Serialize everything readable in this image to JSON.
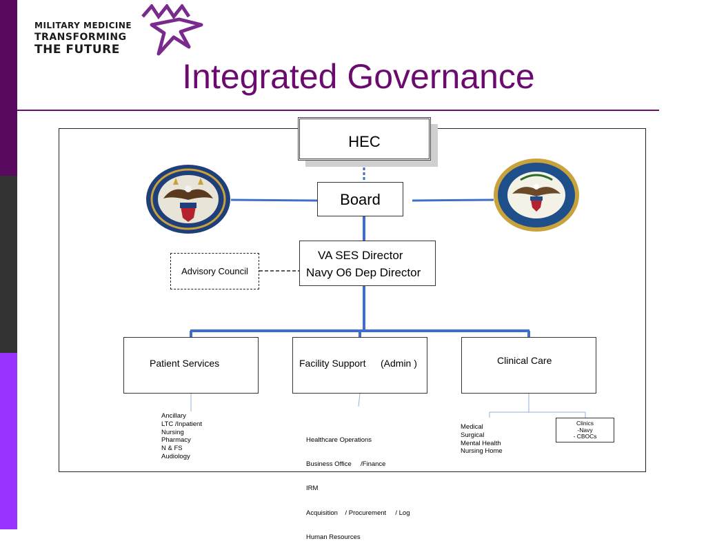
{
  "logo": {
    "line1": "MILITARY MEDICINE",
    "line2": "TRANSFORMING",
    "line3": "THE FUTURE",
    "mark_icon": "purple-star-chevron-icon"
  },
  "title": "Integrated Governance",
  "nodes": {
    "hec": "HEC",
    "board": "Board",
    "director_line1": "VA SES Director",
    "director_line2": "Navy O6 Dep Director",
    "advisory": "Advisory Council",
    "patient_services": "Patient Services",
    "facility_support": "Facility Support",
    "facility_support_admin": "(Admin )",
    "clinical_care": "Clinical Care",
    "clinics": [
      "Clinics",
      "-Navy",
      "- CBOCs"
    ]
  },
  "lists": {
    "patient_services": [
      "Ancillary",
      "LTC /Inpatient",
      "Nursing",
      "Pharmacy",
      "N & FS",
      "Audiology"
    ],
    "facility_support": [
      "Healthcare Operations",
      "Business Office     /Finance",
      "IRM",
      "Acquisition    / Procurement     / Log",
      "Human Resources"
    ],
    "clinical_care": [
      "Medical",
      "Surgical",
      "Mental Health",
      "Nursing Home"
    ]
  },
  "seals": {
    "va_icon": "va-seal-icon",
    "dod_icon": "dod-seal-icon"
  },
  "colors": {
    "brand_purple": "#6b0a6f",
    "accent_purple": "#9933ff",
    "connector_blue": "#3d6fc4",
    "dark_gray": "#333333"
  }
}
